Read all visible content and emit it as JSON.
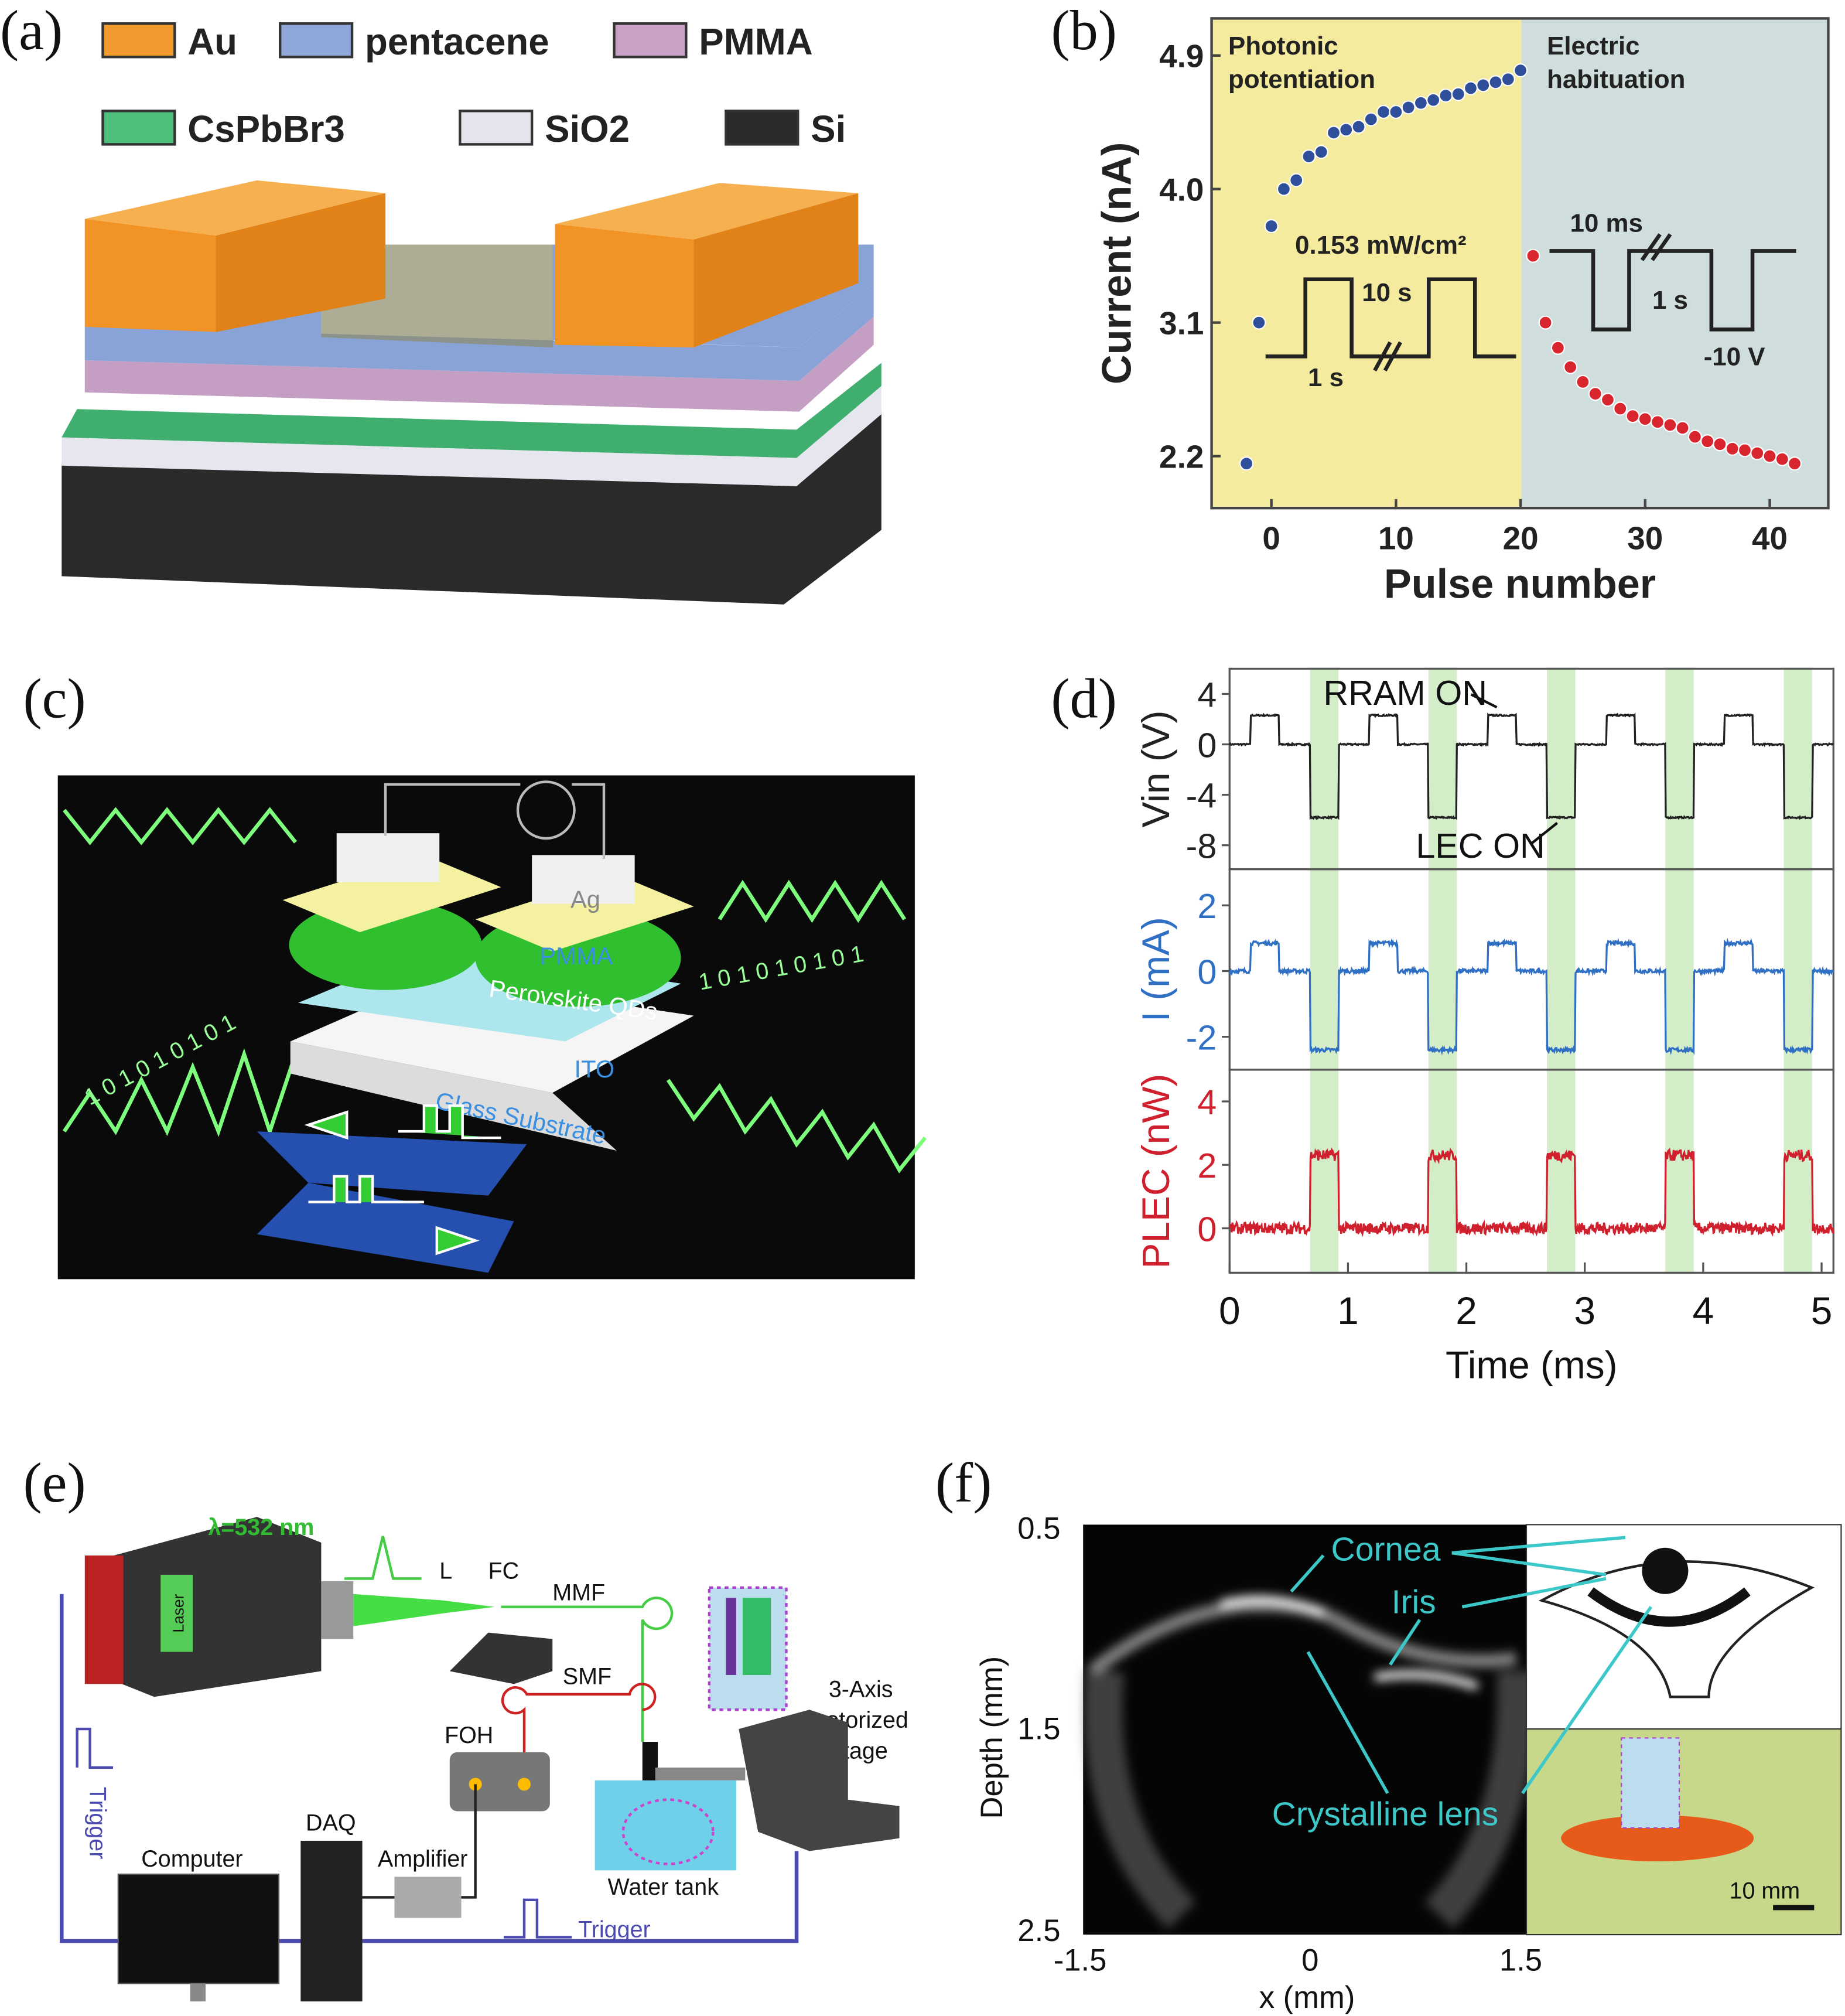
{
  "panels": {
    "a": {
      "label": "(a)",
      "legend": [
        {
          "name": "Au",
          "color": "#f39a2e"
        },
        {
          "name": "pentacene",
          "color": "#8ea6d8"
        },
        {
          "name": "PMMA",
          "color": "#c9a2c6"
        },
        {
          "name": "CsPbBr3",
          "color": "#4cc07a"
        },
        {
          "name": "SiO2",
          "color": "#e4e4ec"
        },
        {
          "name": "Si",
          "color": "#2b2b2b"
        }
      ]
    },
    "b": {
      "label": "(b)",
      "region_left": "Photonic",
      "region_left2": "potentiation",
      "region_right": "Electric",
      "region_right2": "habituation",
      "inset_intensity": "0.153 mW/cm²",
      "inset_period_left": "10 s",
      "inset_width_left": "1 s",
      "inset_period_right": "10 ms",
      "inset_width_right": "1 s",
      "inset_voltage": "-10 V"
    },
    "c": {
      "label": "(c)",
      "layers": [
        "Ag",
        "PMMA",
        "Perovskite QDs",
        "ITO",
        "Glass Substrate"
      ],
      "binary_left": "1 0 1 0 1 0 1 0 1",
      "binary_right": "1 0 1 0 1 0 1 0 1"
    },
    "d": {
      "label": "(d)",
      "ann_rram": "RRAM ON",
      "ann_lec": "LEC ON"
    },
    "e": {
      "label": "(e)",
      "wavelength": "λ=532 nm",
      "L": "L",
      "FC": "FC",
      "MMF": "MMF",
      "SMF": "SMF",
      "FOH": "FOH",
      "stage1": "3-Axis",
      "stage2": "motorized",
      "stage3": "stage",
      "trigger_left": "Trigger",
      "trigger_bottom": "Trigger",
      "computer": "Computer",
      "daq": "DAQ",
      "amplifier": "Amplifier",
      "water_tank": "Water tank",
      "laser_label": "Laser"
    },
    "f": {
      "label": "(f)",
      "ylabel": "Depth (mm)",
      "xlabel": "x (mm)",
      "yticks": [
        "0.5",
        "1.5",
        "2.5"
      ],
      "xticks": [
        "-1.5",
        "0",
        "1.5"
      ],
      "cornea": "Cornea",
      "iris": "Iris",
      "lens": "Crystalline lens",
      "scale": "10 mm"
    }
  },
  "chart_data": [
    {
      "type": "scatter",
      "panel": "b",
      "xlabel": "Pulse number",
      "ylabel": "Current (nA)",
      "xticks": [
        0,
        10,
        20,
        30,
        40
      ],
      "yticks": [
        2.2,
        3.1,
        4.0,
        4.9
      ],
      "xlim": [
        -4.8,
        44.7
      ],
      "ylim": [
        1.85,
        5.15
      ],
      "region_split": 20,
      "series": [
        {
          "name": "Photonic potentiation",
          "color": "#2f4f9a",
          "x": [
            -2,
            -1,
            0,
            1,
            2,
            3,
            4,
            5,
            6,
            7,
            8,
            9,
            10,
            11,
            12,
            13,
            14,
            15,
            16,
            17,
            18,
            19,
            20
          ],
          "y": [
            2.15,
            3.1,
            3.75,
            4.0,
            4.06,
            4.22,
            4.25,
            4.38,
            4.4,
            4.42,
            4.47,
            4.52,
            4.52,
            4.55,
            4.58,
            4.6,
            4.63,
            4.64,
            4.68,
            4.7,
            4.72,
            4.74,
            4.8
          ]
        },
        {
          "name": "Electric habituation",
          "color": "#d9252e",
          "x": [
            21,
            22,
            23,
            24,
            25,
            26,
            27,
            28,
            29,
            30,
            31,
            32,
            33,
            34,
            35,
            36,
            37,
            38,
            39,
            40,
            41,
            42
          ],
          "y": [
            3.55,
            3.1,
            2.93,
            2.8,
            2.7,
            2.62,
            2.58,
            2.52,
            2.47,
            2.45,
            2.43,
            2.41,
            2.39,
            2.33,
            2.3,
            2.28,
            2.25,
            2.24,
            2.22,
            2.2,
            2.18,
            2.15
          ]
        }
      ]
    },
    {
      "type": "line",
      "panel": "d",
      "xlabel": "Time (ms)",
      "xticks": [
        0,
        1,
        2,
        3,
        4,
        5
      ],
      "xlim": [
        0,
        5.1
      ],
      "highlight_windows": [
        [
          0.68,
          0.92
        ],
        [
          1.68,
          1.92
        ],
        [
          2.68,
          2.92
        ],
        [
          3.68,
          3.92
        ],
        [
          4.68,
          4.92
        ]
      ],
      "subplots": [
        {
          "name": "Vin",
          "ylabel": "Vin (V)",
          "color": "#222222",
          "yticks": [
            4,
            0,
            -4,
            -8
          ],
          "ylim": [
            -9.9,
            6
          ],
          "baseline": 0,
          "pulses": [
            {
              "start": 0.18,
              "end": 0.42,
              "level": 2.3,
              "period": 1
            },
            {
              "start": 0.68,
              "end": 0.92,
              "level": -5.8,
              "period": 1
            }
          ]
        },
        {
          "name": "I",
          "ylabel": "I (mA)",
          "color": "#2f6fc4",
          "yticks": [
            2,
            0,
            -2
          ],
          "ylim": [
            -3.0,
            3.1
          ],
          "baseline": 0,
          "pulses": [
            {
              "start": 0.18,
              "end": 0.42,
              "level": 0.85,
              "period": 1
            },
            {
              "start": 0.68,
              "end": 0.92,
              "level": -2.4,
              "period": 1
            }
          ]
        },
        {
          "name": "PLEC",
          "ylabel": "PLEC (nW)",
          "color": "#d0202e",
          "yticks": [
            4,
            2,
            0
          ],
          "ylim": [
            -1.4,
            5
          ],
          "baseline": 0,
          "pulses": [
            {
              "start": 0.68,
              "end": 0.92,
              "level": 2.3,
              "period": 1
            }
          ]
        }
      ]
    }
  ]
}
